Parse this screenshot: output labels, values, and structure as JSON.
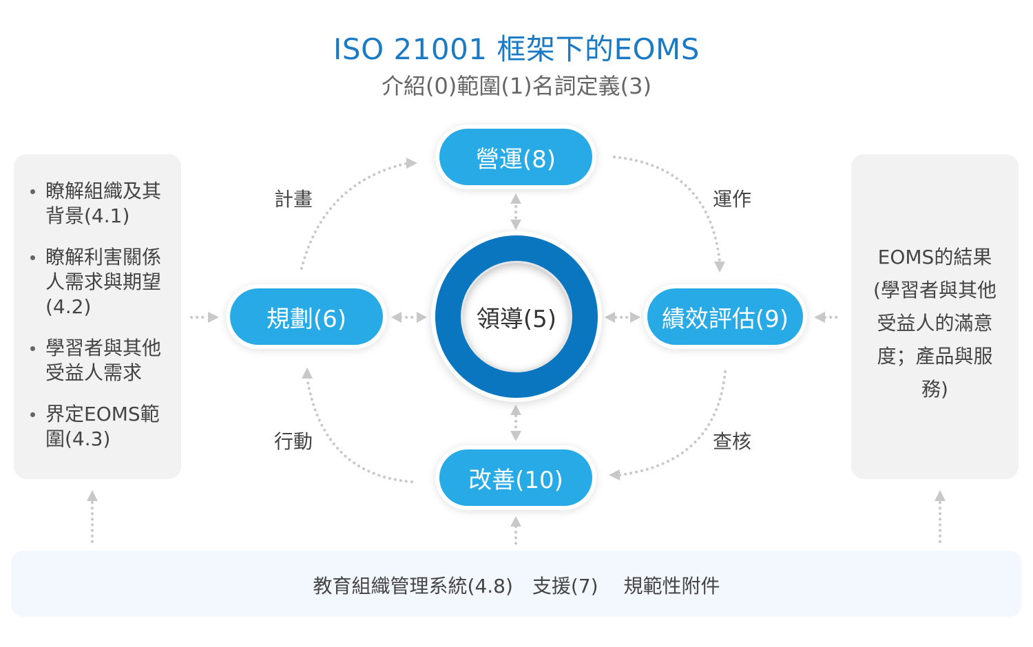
{
  "title": "ISO 21001 框架下的EOMS",
  "subtitle": "介紹(0)範圍(1)名詞定義(3)",
  "left_panel": {
    "items": [
      "瞭解組織及其背景(4.1)",
      "瞭解利害關係人需求與期望(4.2)",
      "學習者與其他受益人需求",
      "界定EOMS範圍(4.3)"
    ]
  },
  "right_panel": {
    "text": "EOMS的結果(學習者與其他受益人的滿意度；產品與服務)"
  },
  "nodes": {
    "operations": "營運(8)",
    "planning": "規劃(6)",
    "leadership": "領導(5)",
    "evaluation": "績效評估(9)",
    "improvement": "改善(10)"
  },
  "arc_labels": {
    "plan": "計畫",
    "do": "運作",
    "act": "行動",
    "check": "查核"
  },
  "bottom_bar": {
    "text": "教育組織管理系統(4.8)　支援(7)　 規範性附件"
  },
  "colors": {
    "title": "#1a7ac4",
    "node_fill": "#27aae6",
    "ring": "#0a76c0",
    "panel": "#f2f2f2",
    "bottom_bar": "#f3f8fe",
    "connector": "#c8c8c8"
  }
}
